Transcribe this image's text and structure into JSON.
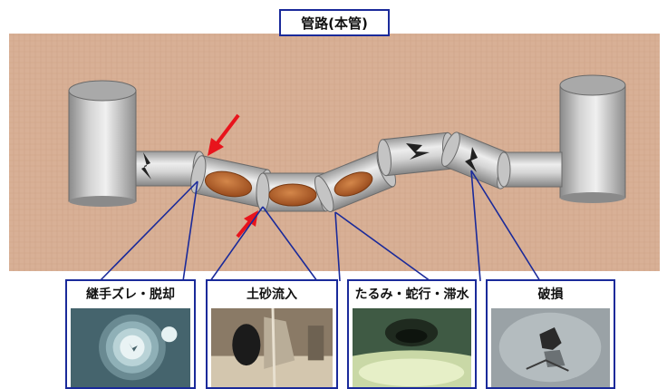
{
  "title": "管路(本管)",
  "panels": [
    {
      "id": "joint",
      "label": "継手ズレ・脱却",
      "icon": "pipe-joint-photo"
    },
    {
      "id": "sand",
      "label": "土砂流入",
      "icon": "sediment-inflow-photo"
    },
    {
      "id": "sag",
      "label": "たるみ・蛇行・滞水",
      "icon": "sagging-water-photo"
    },
    {
      "id": "damage",
      "label": "破損",
      "icon": "pipe-break-photo"
    }
  ],
  "colors": {
    "soil": "#d8b096",
    "outline": "#1a2a9a",
    "arrow": "#e8141c",
    "sediment": "#b4602a"
  }
}
